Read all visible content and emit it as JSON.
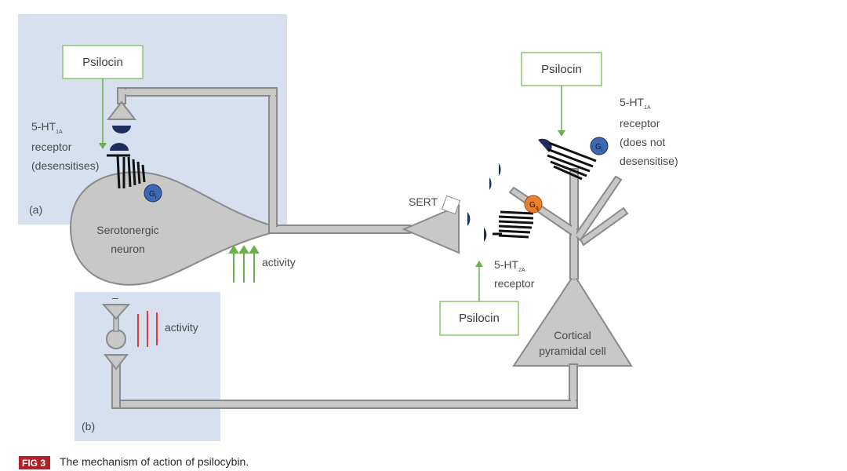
{
  "panels": {
    "a_label": "(a)",
    "b_label": "(b)"
  },
  "psilocin": {
    "left": "Psilocin",
    "right_top": "Psilocin",
    "bottom": "Psilocin"
  },
  "left_receptor": {
    "line1_main": "5-HT",
    "line1_sub": "1A",
    "line2": "receptor",
    "line3": "(desensitises)"
  },
  "right_receptor_1a": {
    "line1_main": "5-HT",
    "line1_sub": "1A",
    "line2": "receptor",
    "line3": "(does not",
    "line4": "desensitise)"
  },
  "right_receptor_2a": {
    "line1_main": "5-HT",
    "line1_sub": "2A",
    "line2": "receptor"
  },
  "g_proteins": {
    "left_main": "G",
    "left_sub": "i",
    "right_top_main": "G",
    "right_top_sub": "i",
    "right_mid_main": "G",
    "right_mid_sub": "q"
  },
  "neuron": {
    "line1": "Serotonergic",
    "line2": "neuron"
  },
  "sert": "SERT",
  "activity_up": "activity",
  "activity_inhibit": "activity",
  "inhibit_sign": "–",
  "pyramidal": {
    "line1": "Cortical",
    "line2": "pyramidal cell"
  },
  "caption": {
    "badge": "FIG 3",
    "text": "The mechanism of action of psilocybin."
  },
  "colors": {
    "panel_bg": "#d6e0ef",
    "cell_gray": "#c8c8c8",
    "cell_stroke": "#8a8a8a",
    "psilocin_border": "#8cc56e",
    "arrow_green": "#6ab04c",
    "receptor_navy": "#1f2d5c",
    "g_blue": "#3c68b4",
    "g_orange": "#e8802e",
    "inhibit_red": "#e03a3a",
    "badge_red": "#b3202a"
  }
}
